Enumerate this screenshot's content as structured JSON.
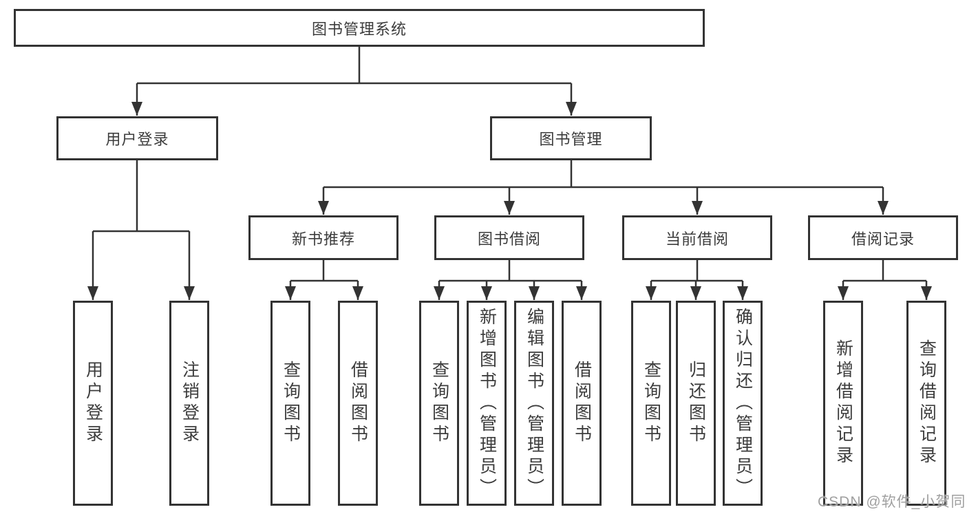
{
  "diagram": {
    "title": "图书管理系统",
    "watermark": "CSDN @软件_小贺同学",
    "colors": {
      "line": "#333333",
      "box_border": "#333333",
      "text": "#3c3c3c",
      "background": "#ffffff",
      "watermark": "#a0a0a0"
    },
    "level2": {
      "user_login": "用户登录",
      "book_management": "图书管理"
    },
    "level3": {
      "new_book_recommend": "新书推荐",
      "book_borrowing": "图书借阅",
      "current_borrowing": "当前借阅",
      "borrowing_records": "借阅记录"
    },
    "leaves": {
      "user_login": [
        "用户登录",
        "注销登录"
      ],
      "new_book_recommend": [
        "查询图书",
        "借阅图书"
      ],
      "book_borrowing": [
        "查询图书",
        "新增图书（管理员）",
        "编辑图书（管理员）",
        "借阅图书"
      ],
      "current_borrowing": [
        "查询图书",
        "归还图书",
        "确认归还（管理员）"
      ],
      "borrowing_records": [
        "新增借阅记录",
        "查询借阅记录"
      ]
    }
  }
}
